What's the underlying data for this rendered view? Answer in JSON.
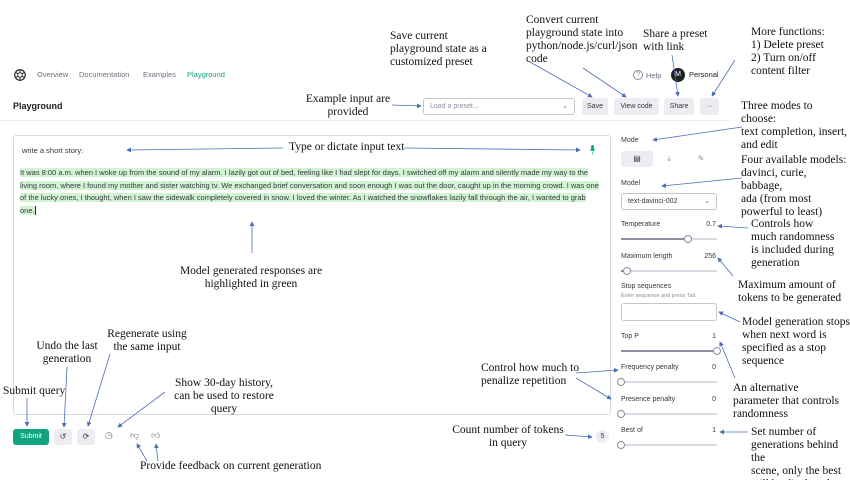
{
  "nav": {
    "logo_icon": "openai-logo-icon",
    "links": [
      "Overview",
      "Documentation",
      "Examples",
      "Playground"
    ],
    "active": "Playground",
    "help": "Help",
    "avatar_initial": "M",
    "account": "Personal"
  },
  "page": {
    "title": "Playground"
  },
  "toolbar": {
    "preset_placeholder": "Load a preset...",
    "save": "Save",
    "view_code": "View code",
    "share": "Share",
    "more": "···"
  },
  "editor": {
    "prompt": "write a short story:",
    "generated": "It was 8:00 a.m. when I woke up from the sound of my alarm. I lazily got out of bed, feeling like I had slept for days. I switched off my alarm and silently made my way to the living room, where I found my mother and sister watching tv. We exchanged brief conversation and soon enough I was out the door, caught up in the morning crowd. I was one of the lucky ones, I thought, when I saw the sidewalk completely covered in snow. I loved the winter. As I watched the snowflakes lazily fall through the air, I wanted to grab one."
  },
  "bottom": {
    "submit": "Submit",
    "undo_icon": "undo-icon",
    "regenerate_icon": "regenerate-icon",
    "history_icon": "history-icon",
    "thumbs_down_icon": "thumbs-down-icon",
    "thumbs_up_icon": "thumbs-up-icon",
    "token_count": "5"
  },
  "panel": {
    "mode_label": "Mode",
    "modes": [
      "complete-icon",
      "insert-icon",
      "edit-icon"
    ],
    "model_label": "Model",
    "model_value": "text-davinci-002",
    "temperature_label": "Temperature",
    "temperature_value": "0.7",
    "temperature_fraction": 0.7,
    "max_length_label": "Maximum length",
    "max_length_value": "256",
    "max_length_fraction": 0.06,
    "stop_label": "Stop sequences",
    "stop_hint": "Enter sequence and press Tab",
    "top_p_label": "Top P",
    "top_p_value": "1",
    "top_p_fraction": 1,
    "freq_label": "Frequency penalty",
    "freq_value": "0",
    "freq_fraction": 0,
    "presence_label": "Presence penalty",
    "presence_value": "0",
    "presence_fraction": 0,
    "best_of_label": "Best of",
    "best_of_value": "1",
    "best_of_fraction": 0
  },
  "annotations": {
    "save_preset": "Save current\nplayground state as a\ncustomized preset",
    "view_code": "Convert current\nplayground state into\npython/node.js/curl/json\ncode",
    "share": "Share a preset\nwith link",
    "more": "More functions:\n1)   Delete preset\n2)   Turn on/off\n      content filter",
    "example_input": "Example input are\nprovided",
    "modes": "Three modes to choose:\ntext completion, insert,\nand edit",
    "type_input": "Type or dictate input text",
    "models": "Four available models:\ndavinci, curie, babbage,\nada (from most\npowerful to least)",
    "temperature": "Controls how\nmuch randomness\nis included during\ngeneration",
    "max_length": "Maximum amount of\ntokens to be generated",
    "highlighted": "Model generated responses are\nhighlighted in green",
    "stop": "Model generation stops\nwhen next word is\nspecified as a stop\nsequence",
    "undo": "Undo the last\ngeneration",
    "regenerate": "Regenerate using\nthe same input",
    "penalize": "Control how much to\npenalize repetition",
    "top_p": "An alternative\nparameter that controls\nrandomness",
    "submit": "Submit query",
    "history": "Show 30-day history,\ncan be used to restore\nquery",
    "count_tokens": "Count number of tokens\nin query",
    "best_of": "Set number of\ngenerations behind the\nscene, only the best\nwill be displayed",
    "feedback": "Provide feedback on current generation"
  }
}
